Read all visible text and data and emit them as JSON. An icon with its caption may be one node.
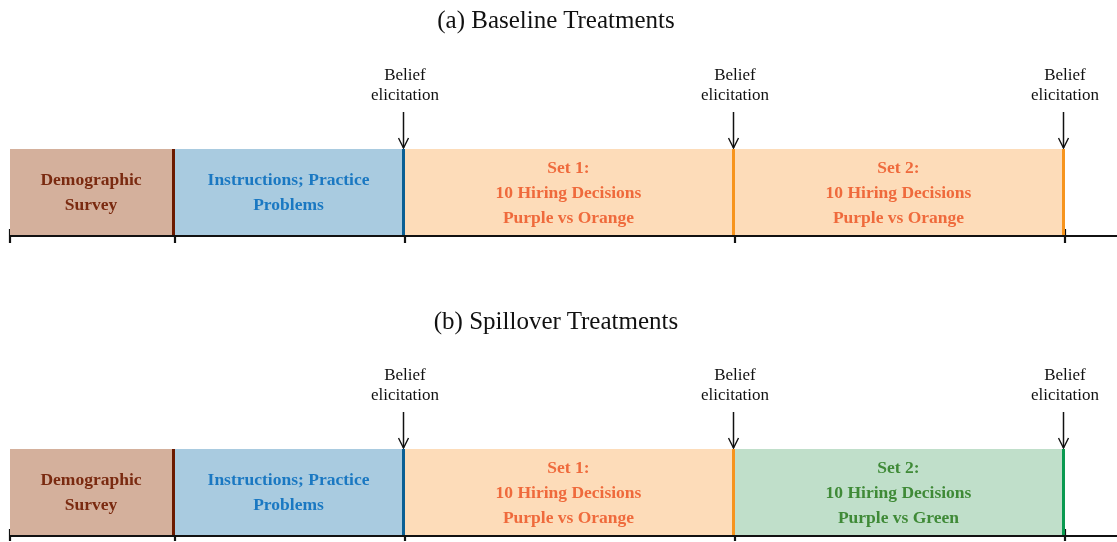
{
  "diagram": {
    "nodes": [
      {
        "text": [
          "Belief elicitation"
        ]
      },
      {
        "text": [
          "Belief elicitation"
        ]
      },
      {
        "text": [
          "Belief elicitation"
        ]
      },
      {
        "text": [
          "Demographic Survey"
        ]
      },
      {
        "text": [
          "Instructions; Practice Problems"
        ]
      },
      {
        "text": [
          "Set 1:",
          "10 Hiring Decisions Purple vs Orange"
        ]
      },
      {
        "text": [
          "Set 2:",
          "10 Hiring Decisions Purple vs Orange"
        ]
      },
      {
        "text": [
          "Belief elicitation"
        ]
      },
      {
        "text": [
          "Belief elicitation"
        ]
      },
      {
        "text": [
          "Belief elicitation"
        ]
      },
      {
        "text": [
          "Demographic Survey"
        ]
      },
      {
        "text": [
          "Instructions; Practice Problems"
        ]
      },
      {
        "text": [
          "Set 1:",
          "10 Hiring Decisions Purple vs Orange"
        ]
      },
      {
        "text": [
          "Set 2:",
          "10 Hiring Decisions Purple vs Green"
        ]
      }
    ],
    "edges": [
      {
        "from": 0,
        "to": 4,
        "arrow": "to"
      },
      {
        "from": 1,
        "to": 5,
        "arrow": "to"
      },
      {
        "from": 2,
        "to": 6,
        "arrow": "to"
      },
      {
        "from": 7,
        "to": 11,
        "arrow": "to"
      },
      {
        "from": 8,
        "to": 12,
        "arrow": "to"
      },
      {
        "from": 9,
        "to": 13,
        "arrow": "to"
      }
    ],
    "labels": [
      "(a) Baseline Treatments",
      "(b) Spillover Treatments"
    ]
  }
}
